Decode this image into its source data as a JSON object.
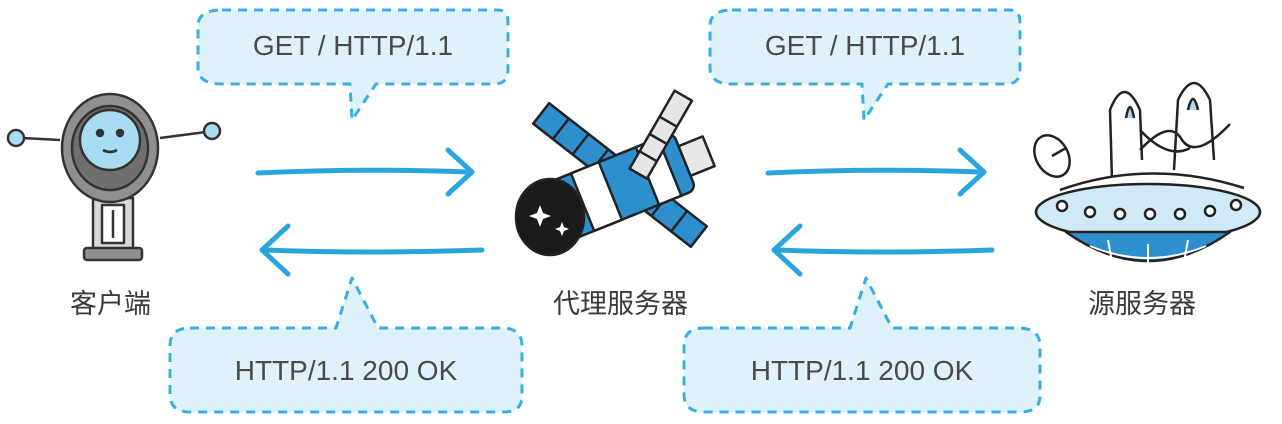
{
  "nodes": {
    "client": "客户端",
    "proxy": "代理服务器",
    "origin": "源服务器"
  },
  "messages": {
    "request_left": "GET / HTTP/1.1",
    "request_right": "GET / HTTP/1.1",
    "response_left": "HTTP/1.1 200 OK",
    "response_right": "HTTP/1.1 200 OK"
  },
  "colors": {
    "arrow": "#2aa6dc",
    "bubble_fill": "#dff1fa",
    "bubble_stroke": "#39aee0",
    "robot_gray": "#8f8f8f",
    "robot_face": "#a8dcf2",
    "satellite_blue": "#2e8fcf",
    "ufo_blue": "#cfe9f7"
  },
  "icons": {
    "client": "robot-icon",
    "proxy": "satellite-icon",
    "origin": "ufo-icon"
  }
}
